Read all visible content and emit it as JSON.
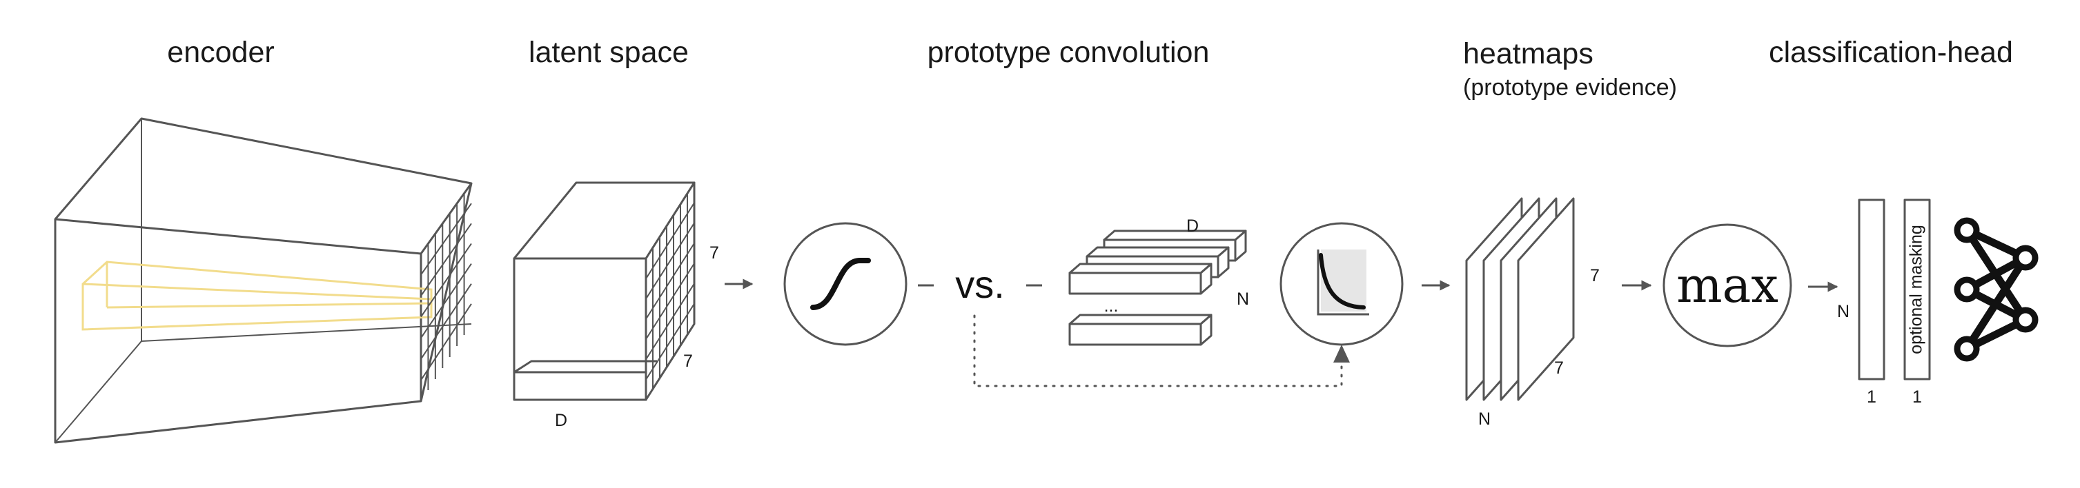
{
  "sections": {
    "encoder": "encoder",
    "latent_space": "latent space",
    "prototype_convolution": "prototype convolution",
    "heatmaps": "heatmaps",
    "heatmaps_sub": "(prototype evidence)",
    "classification_head": "classification-head"
  },
  "labels": {
    "latent_depth": "D",
    "latent_width": "7",
    "latent_height": "7",
    "vs": "vs.",
    "proto_depth": "D",
    "proto_count": "N",
    "proto_ellipsis": "...",
    "heat_width": "7",
    "heat_height": "7",
    "heat_count": "N",
    "max": "max",
    "vec_n": "N",
    "vec1_size": "1",
    "vec2_size": "1",
    "optional_masking": "optional masking"
  },
  "icons": {
    "sigmoid": "sigmoid-curve-icon",
    "similarity": "decaying-similarity-icon",
    "network": "neural-network-icon"
  },
  "colors": {
    "line": "#555555",
    "receptive_field": "#f2dc8c",
    "ink": "#111111"
  }
}
